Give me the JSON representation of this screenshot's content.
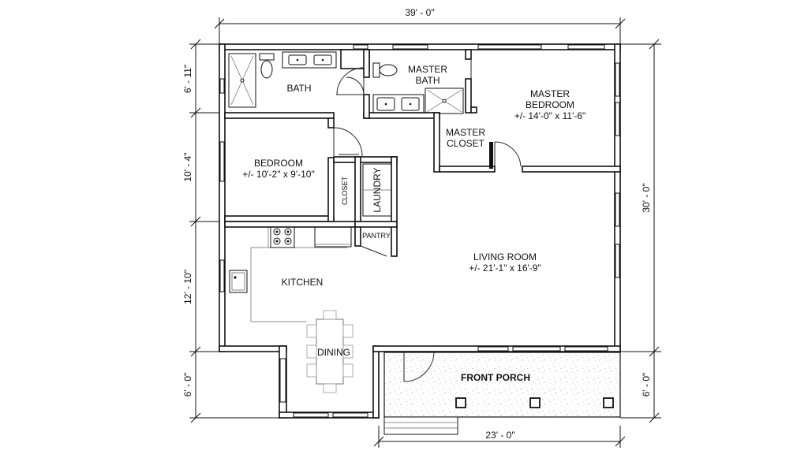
{
  "dimensions": {
    "top": "39' - 0\"",
    "bottom": "23' - 0\"",
    "left_1": "6' - 11\"",
    "left_2": "10' - 4\"",
    "left_3": "12' - 10\"",
    "left_4": "6' - 0\"",
    "right_1": "30' - 0\"",
    "right_2": "6' - 0\""
  },
  "rooms": {
    "bath": "BATH",
    "master_bath_1": "MASTER",
    "master_bath_2": "BATH",
    "master_bedroom_1": "MASTER",
    "master_bedroom_2": "BEDROOM",
    "master_bedroom_size": "+/- 14'-0\" x 11'-6\"",
    "master_closet_1": "MASTER",
    "master_closet_2": "CLOSET",
    "bedroom": "BEDROOM",
    "bedroom_size": "+/- 10'-2\" x 9'-10\"",
    "closet": "CLOSET",
    "laundry": "LAUNDRY",
    "pantry": "PANTRY",
    "living_room": "LIVING ROOM",
    "living_room_size": "+/- 21'-1\" x 16'-9\"",
    "kitchen": "KITCHEN",
    "dining": "DINING",
    "front_porch": "FRONT PORCH"
  }
}
